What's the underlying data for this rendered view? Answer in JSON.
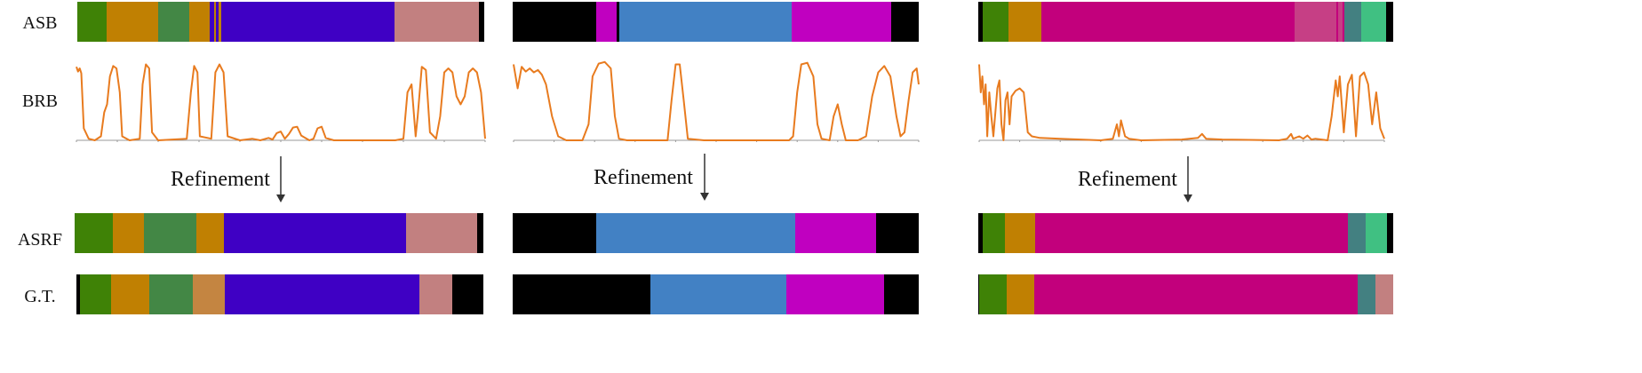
{
  "row_labels": {
    "asb": "ASB",
    "brb": "BRB",
    "asrf": "ASRF",
    "gt": "G.T."
  },
  "refinement_label": "Refinement",
  "colors": {
    "green": "#3f8206",
    "orange": "#c08002",
    "darkgreen": "#438745",
    "purple": "#3f00c4",
    "rose": "#c28080",
    "black": "#000000",
    "magenta": "#c000c0",
    "blue": "#4281c4",
    "pink": "#c2007c",
    "pinklight": "#c63f85",
    "teal": "#438081",
    "mint": "#40c082",
    "tan": "#c48541",
    "curve": "#e87b1f",
    "axis": "#999999"
  },
  "panels": [
    {
      "asb": [
        [
          "green",
          0.072
        ],
        [
          "orange",
          0.128
        ],
        [
          "darkgreen",
          0.078
        ],
        [
          "orange",
          0.051
        ],
        [
          "purple",
          0.009
        ],
        [
          "orange",
          0.006
        ],
        [
          "purple",
          0.007
        ],
        [
          "orange",
          0.005
        ],
        [
          "purple",
          0.43
        ],
        [
          "rose",
          0.21
        ],
        [
          "black",
          0.012
        ]
      ],
      "brb": [
        [
          0.0,
          0.92
        ],
        [
          0.004,
          0.86
        ],
        [
          0.008,
          0.9
        ],
        [
          0.012,
          0.84
        ],
        [
          0.018,
          0.15
        ],
        [
          0.03,
          0.02
        ],
        [
          0.045,
          0.0
        ],
        [
          0.06,
          0.05
        ],
        [
          0.068,
          0.35
        ],
        [
          0.075,
          0.45
        ],
        [
          0.082,
          0.8
        ],
        [
          0.09,
          0.93
        ],
        [
          0.098,
          0.9
        ],
        [
          0.106,
          0.6
        ],
        [
          0.112,
          0.05
        ],
        [
          0.13,
          0.0
        ],
        [
          0.155,
          0.02
        ],
        [
          0.162,
          0.7
        ],
        [
          0.17,
          0.95
        ],
        [
          0.178,
          0.9
        ],
        [
          0.185,
          0.1
        ],
        [
          0.2,
          0.0
        ],
        [
          0.27,
          0.02
        ],
        [
          0.28,
          0.6
        ],
        [
          0.288,
          0.93
        ],
        [
          0.296,
          0.85
        ],
        [
          0.302,
          0.05
        ],
        [
          0.33,
          0.02
        ],
        [
          0.34,
          0.85
        ],
        [
          0.35,
          0.95
        ],
        [
          0.36,
          0.85
        ],
        [
          0.37,
          0.05
        ],
        [
          0.4,
          0.0
        ],
        [
          0.43,
          0.02
        ],
        [
          0.45,
          0.0
        ],
        [
          0.47,
          0.03
        ],
        [
          0.48,
          0.01
        ],
        [
          0.49,
          0.09
        ],
        [
          0.5,
          0.11
        ],
        [
          0.51,
          0.02
        ],
        [
          0.52,
          0.08
        ],
        [
          0.53,
          0.16
        ],
        [
          0.54,
          0.17
        ],
        [
          0.55,
          0.06
        ],
        [
          0.57,
          0.0
        ],
        [
          0.58,
          0.02
        ],
        [
          0.59,
          0.15
        ],
        [
          0.6,
          0.17
        ],
        [
          0.61,
          0.03
        ],
        [
          0.63,
          0.0
        ],
        [
          0.78,
          0.0
        ],
        [
          0.8,
          0.02
        ],
        [
          0.81,
          0.6
        ],
        [
          0.82,
          0.7
        ],
        [
          0.83,
          0.05
        ],
        [
          0.835,
          0.3
        ],
        [
          0.845,
          0.92
        ],
        [
          0.855,
          0.88
        ],
        [
          0.865,
          0.1
        ],
        [
          0.88,
          0.02
        ],
        [
          0.89,
          0.3
        ],
        [
          0.9,
          0.85
        ],
        [
          0.91,
          0.9
        ],
        [
          0.92,
          0.85
        ],
        [
          0.93,
          0.55
        ],
        [
          0.94,
          0.45
        ],
        [
          0.95,
          0.55
        ],
        [
          0.96,
          0.85
        ],
        [
          0.97,
          0.9
        ],
        [
          0.98,
          0.85
        ],
        [
          0.99,
          0.6
        ],
        [
          1.0,
          0.02
        ]
      ],
      "asrf": [
        [
          "green",
          0.1
        ],
        [
          "orange",
          0.08
        ],
        [
          "darkgreen",
          0.135
        ],
        [
          "orange",
          0.073
        ],
        [
          "purple",
          0.472
        ],
        [
          "rose",
          0.185
        ],
        [
          "black",
          0.015
        ]
      ],
      "gt": [
        [
          "black",
          0.008
        ],
        [
          "green",
          0.078
        ],
        [
          "orange",
          0.093
        ],
        [
          "darkgreen",
          0.108
        ],
        [
          "tan",
          0.077
        ],
        [
          "purple",
          0.479
        ],
        [
          "rose",
          0.08
        ],
        [
          "black",
          0.077
        ]
      ]
    },
    {
      "asb": [
        [
          "black",
          0.205
        ],
        [
          "magenta",
          0.05
        ],
        [
          "black",
          0.008
        ],
        [
          "blue",
          0.425
        ],
        [
          "magenta",
          0.245
        ],
        [
          "black",
          0.067
        ]
      ],
      "brb": [
        [
          0.0,
          0.95
        ],
        [
          0.01,
          0.65
        ],
        [
          0.02,
          0.92
        ],
        [
          0.03,
          0.86
        ],
        [
          0.04,
          0.9
        ],
        [
          0.05,
          0.85
        ],
        [
          0.06,
          0.88
        ],
        [
          0.07,
          0.82
        ],
        [
          0.08,
          0.7
        ],
        [
          0.095,
          0.3
        ],
        [
          0.11,
          0.05
        ],
        [
          0.13,
          0.0
        ],
        [
          0.17,
          0.0
        ],
        [
          0.185,
          0.2
        ],
        [
          0.195,
          0.8
        ],
        [
          0.21,
          0.96
        ],
        [
          0.225,
          0.98
        ],
        [
          0.24,
          0.9
        ],
        [
          0.25,
          0.3
        ],
        [
          0.26,
          0.02
        ],
        [
          0.28,
          0.0
        ],
        [
          0.38,
          0.0
        ],
        [
          0.39,
          0.5
        ],
        [
          0.4,
          0.95
        ],
        [
          0.41,
          0.95
        ],
        [
          0.42,
          0.5
        ],
        [
          0.43,
          0.02
        ],
        [
          0.47,
          0.0
        ],
        [
          0.68,
          0.0
        ],
        [
          0.69,
          0.05
        ],
        [
          0.7,
          0.6
        ],
        [
          0.71,
          0.95
        ],
        [
          0.725,
          0.97
        ],
        [
          0.74,
          0.8
        ],
        [
          0.75,
          0.2
        ],
        [
          0.76,
          0.02
        ],
        [
          0.78,
          0.0
        ],
        [
          0.79,
          0.3
        ],
        [
          0.8,
          0.45
        ],
        [
          0.81,
          0.2
        ],
        [
          0.82,
          0.0
        ],
        [
          0.85,
          0.0
        ],
        [
          0.87,
          0.05
        ],
        [
          0.885,
          0.55
        ],
        [
          0.9,
          0.85
        ],
        [
          0.915,
          0.93
        ],
        [
          0.93,
          0.8
        ],
        [
          0.945,
          0.3
        ],
        [
          0.955,
          0.05
        ],
        [
          0.965,
          0.1
        ],
        [
          0.975,
          0.5
        ],
        [
          0.985,
          0.85
        ],
        [
          0.995,
          0.9
        ],
        [
          1.0,
          0.7
        ]
      ],
      "asrf": [
        [
          "black",
          0.205
        ],
        [
          "blue",
          0.49
        ],
        [
          "magenta",
          0.2
        ],
        [
          "black",
          0.105
        ]
      ],
      "gt": [
        [
          "black",
          0.34
        ],
        [
          "blue",
          0.335
        ],
        [
          "magenta",
          0.24
        ],
        [
          "black",
          0.085
        ]
      ]
    },
    {
      "asb": [
        [
          "black",
          0.01
        ],
        [
          "green",
          0.062
        ],
        [
          "orange",
          0.08
        ],
        [
          "pink",
          0.61
        ],
        [
          "pinklight",
          0.1
        ],
        [
          "pink",
          0.005
        ],
        [
          "pinklight",
          0.01
        ],
        [
          "pink",
          0.006
        ],
        [
          "teal",
          0.04
        ],
        [
          "mint",
          0.06
        ],
        [
          "black",
          0.017
        ]
      ],
      "brb": [
        [
          0.0,
          0.95
        ],
        [
          0.004,
          0.6
        ],
        [
          0.008,
          0.8
        ],
        [
          0.012,
          0.45
        ],
        [
          0.016,
          0.7
        ],
        [
          0.02,
          0.05
        ],
        [
          0.025,
          0.6
        ],
        [
          0.03,
          0.3
        ],
        [
          0.035,
          0.05
        ],
        [
          0.045,
          0.65
        ],
        [
          0.05,
          0.75
        ],
        [
          0.055,
          0.2
        ],
        [
          0.06,
          0.0
        ],
        [
          0.065,
          0.5
        ],
        [
          0.07,
          0.6
        ],
        [
          0.075,
          0.2
        ],
        [
          0.08,
          0.55
        ],
        [
          0.09,
          0.62
        ],
        [
          0.1,
          0.65
        ],
        [
          0.11,
          0.6
        ],
        [
          0.12,
          0.1
        ],
        [
          0.13,
          0.05
        ],
        [
          0.15,
          0.03
        ],
        [
          0.2,
          0.02
        ],
        [
          0.3,
          0.0
        ],
        [
          0.33,
          0.02
        ],
        [
          0.34,
          0.2
        ],
        [
          0.345,
          0.05
        ],
        [
          0.35,
          0.25
        ],
        [
          0.36,
          0.05
        ],
        [
          0.37,
          0.02
        ],
        [
          0.4,
          0.0
        ],
        [
          0.5,
          0.01
        ],
        [
          0.54,
          0.03
        ],
        [
          0.55,
          0.08
        ],
        [
          0.56,
          0.02
        ],
        [
          0.6,
          0.01
        ],
        [
          0.74,
          0.0
        ],
        [
          0.76,
          0.02
        ],
        [
          0.77,
          0.08
        ],
        [
          0.775,
          0.02
        ],
        [
          0.79,
          0.05
        ],
        [
          0.8,
          0.02
        ],
        [
          0.81,
          0.06
        ],
        [
          0.82,
          0.01
        ],
        [
          0.83,
          0.02
        ],
        [
          0.86,
          0.0
        ],
        [
          0.87,
          0.3
        ],
        [
          0.88,
          0.75
        ],
        [
          0.885,
          0.55
        ],
        [
          0.89,
          0.8
        ],
        [
          0.9,
          0.1
        ],
        [
          0.91,
          0.7
        ],
        [
          0.92,
          0.82
        ],
        [
          0.93,
          0.05
        ],
        [
          0.94,
          0.8
        ],
        [
          0.95,
          0.85
        ],
        [
          0.96,
          0.7
        ],
        [
          0.97,
          0.2
        ],
        [
          0.98,
          0.6
        ],
        [
          0.99,
          0.15
        ],
        [
          1.0,
          0.02
        ]
      ],
      "asrf": [
        [
          "black",
          0.012
        ],
        [
          "green",
          0.053
        ],
        [
          "orange",
          0.075
        ],
        [
          "pink",
          0.77
        ],
        [
          "teal",
          0.045
        ],
        [
          "mint",
          0.052
        ],
        [
          "black",
          0.015
        ]
      ],
      "gt": [
        [
          "black",
          0.002
        ],
        [
          "green",
          0.066
        ],
        [
          "orange",
          0.067
        ],
        [
          "pink",
          0.783
        ],
        [
          "teal",
          0.044
        ],
        [
          "rose",
          0.043
        ]
      ]
    }
  ]
}
